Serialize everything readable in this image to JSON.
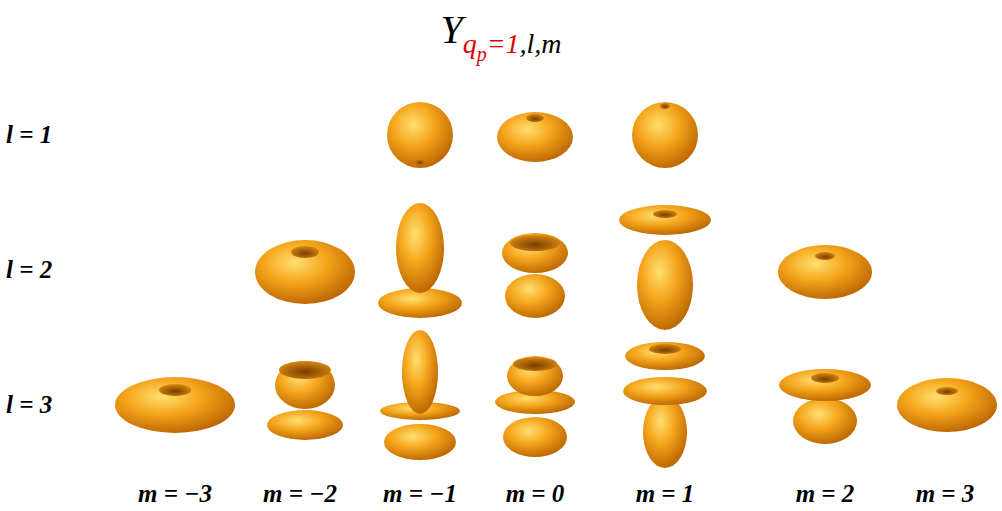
{
  "diagram": {
    "title": "Y",
    "labels": [
      "q",
      "p",
      "=1",
      ",l,m",
      "l = 1",
      "l = 2",
      "l = 3",
      "m = −3",
      "m = −2",
      "m = −1",
      "m = 0",
      "m = 1",
      "m = 2",
      "m = 3"
    ]
  }
}
